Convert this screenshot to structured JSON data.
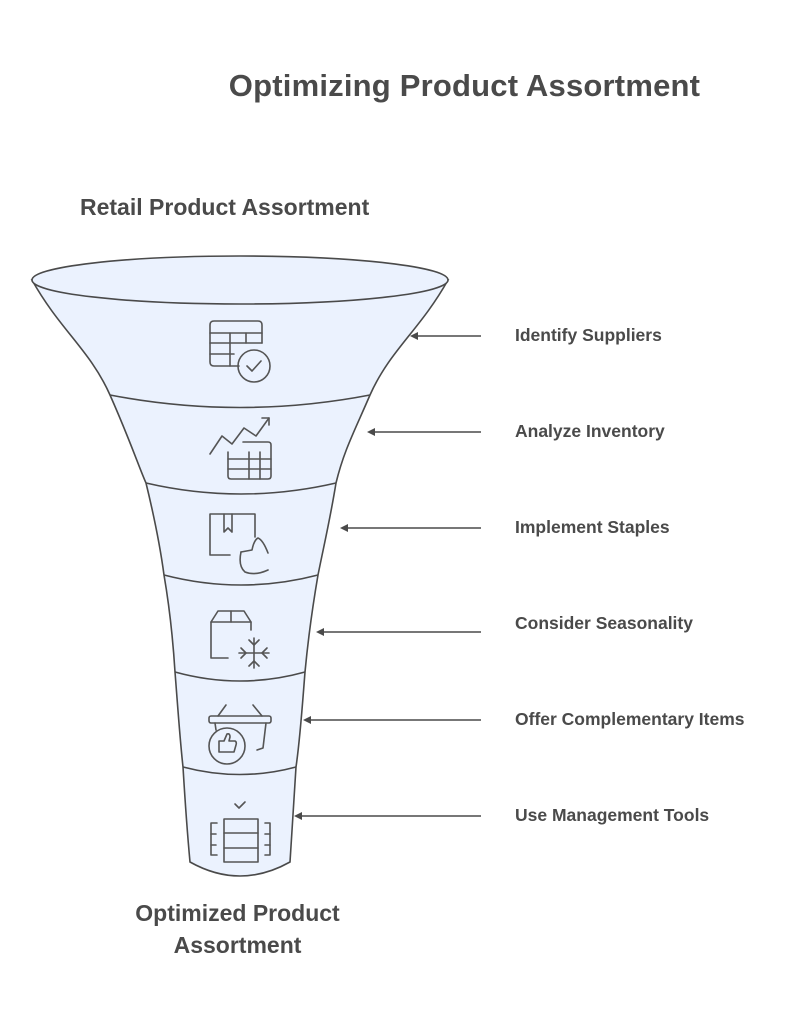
{
  "title": "Optimizing Product Assortment",
  "funnel": {
    "top_label": "Retail Product Assortment",
    "bottom_label_line1": "Optimized Product",
    "bottom_label_line2": "Assortment",
    "fill_color": "#ebf2fe",
    "stroke_color": "#4a4a4a",
    "text_color": "#4a4a4a",
    "stages": [
      {
        "label": "Identify Suppliers",
        "icon": "table-check-icon"
      },
      {
        "label": "Analyze Inventory",
        "icon": "trend-chart-table-icon"
      },
      {
        "label": "Implement Staples",
        "icon": "package-hand-icon"
      },
      {
        "label": "Consider Seasonality",
        "icon": "box-snowflake-icon"
      },
      {
        "label": "Offer Complementary Items",
        "icon": "basket-thumbs-up-icon"
      },
      {
        "label": "Use Management Tools",
        "icon": "shelf-check-icon"
      }
    ]
  }
}
